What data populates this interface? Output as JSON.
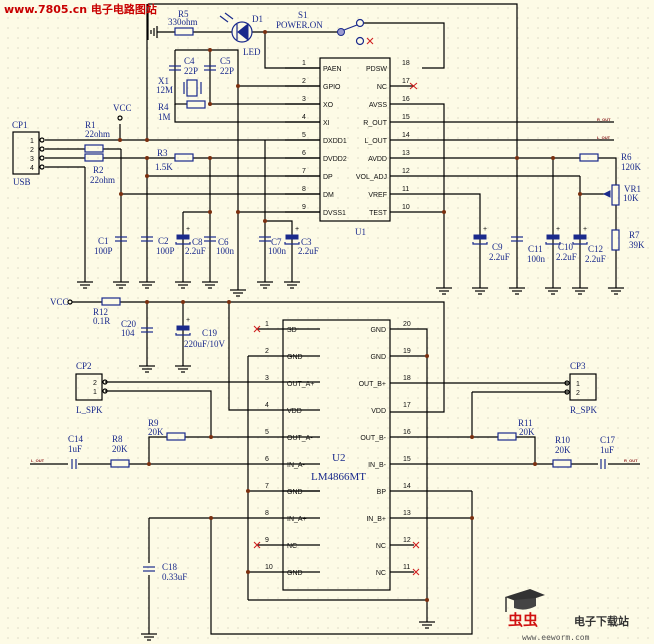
{
  "watermark_top": "www.7805.cn 电子电路图站",
  "watermark_bottom": {
    "brand_mark": "虫虫",
    "brand_text": "电子下载站",
    "url": "www.eeworm.com"
  },
  "components": {
    "R5": {
      "ref": "R5",
      "value": "330ohm"
    },
    "D1": {
      "ref": "D1",
      "value": "LED"
    },
    "S1": {
      "ref": "S1",
      "value": "POWER.ON"
    },
    "C4": {
      "ref": "C4",
      "value": "22P"
    },
    "C5": {
      "ref": "C5",
      "value": "22P"
    },
    "X1": {
      "ref": "X1",
      "value": "12M"
    },
    "R4": {
      "ref": "R4",
      "value": "1M"
    },
    "CP1": {
      "ref": "CP1",
      "value": "USB",
      "pins": [
        "1",
        "2",
        "3",
        "4"
      ]
    },
    "R1": {
      "ref": "R1",
      "value": "22ohm"
    },
    "R2": {
      "ref": "R2",
      "value": "22ohm"
    },
    "R3": {
      "ref": "R3",
      "value": "1.5K"
    },
    "C1": {
      "ref": "C1",
      "value": "100P"
    },
    "C2": {
      "ref": "C2",
      "value": "100P"
    },
    "C8": {
      "ref": "C8",
      "value": "2.2uF"
    },
    "C6": {
      "ref": "C6",
      "value": "100n"
    },
    "C7": {
      "ref": "C7",
      "value": "100n"
    },
    "C3": {
      "ref": "C3",
      "value": "2.2uF"
    },
    "C9": {
      "ref": "C9",
      "value": "2.2uF"
    },
    "C11": {
      "ref": "C11",
      "value": "100n"
    },
    "C10": {
      "ref": "C10",
      "value": "2.2uF"
    },
    "C12": {
      "ref": "C12",
      "value": "2.2uF"
    },
    "R6": {
      "ref": "R6",
      "value": "120K"
    },
    "VR1": {
      "ref": "VR1",
      "value": "10K"
    },
    "R7": {
      "ref": "R7",
      "value": "39K"
    },
    "R12": {
      "ref": "R12",
      "value": "0.1R"
    },
    "C20": {
      "ref": "C20",
      "value": "104"
    },
    "C19": {
      "ref": "C19",
      "value": "220uF/10V"
    },
    "CP2": {
      "ref": "CP2",
      "value": "L_SPK",
      "pins": [
        "2",
        "1"
      ]
    },
    "CP3": {
      "ref": "CP3",
      "value": "R_SPK",
      "pins": [
        "1",
        "2"
      ]
    },
    "R9": {
      "ref": "R9",
      "value": "20K"
    },
    "R8": {
      "ref": "R8",
      "value": "20K"
    },
    "C14": {
      "ref": "C14",
      "value": "1uF"
    },
    "R11": {
      "ref": "R11",
      "value": "20K"
    },
    "R10": {
      "ref": "R10",
      "value": "20K"
    },
    "C17": {
      "ref": "C17",
      "value": "1uF"
    },
    "C18": {
      "ref": "C18",
      "value": "0.33uF"
    }
  },
  "vcc_label": "VCC",
  "nets": {
    "r_out": "R_OUT",
    "l_out": "L_OUT"
  },
  "U1": {
    "ref": "U1",
    "left_pins": [
      {
        "num": "1",
        "name": "PAEN"
      },
      {
        "num": "2",
        "name": "GPIO"
      },
      {
        "num": "3",
        "name": "XO"
      },
      {
        "num": "4",
        "name": "XI"
      },
      {
        "num": "5",
        "name": "DXDD1"
      },
      {
        "num": "6",
        "name": "DVDD2"
      },
      {
        "num": "7",
        "name": "DP"
      },
      {
        "num": "8",
        "name": "DM"
      },
      {
        "num": "9",
        "name": "DVSS1"
      }
    ],
    "right_pins": [
      {
        "num": "18",
        "name": "PDSW"
      },
      {
        "num": "17",
        "name": "NC"
      },
      {
        "num": "16",
        "name": "AVSS"
      },
      {
        "num": "15",
        "name": "R_OUT"
      },
      {
        "num": "14",
        "name": "L_OUT"
      },
      {
        "num": "13",
        "name": "AVDD"
      },
      {
        "num": "12",
        "name": "VOL_ADJ"
      },
      {
        "num": "11",
        "name": "VREF"
      },
      {
        "num": "10",
        "name": "TEST"
      }
    ]
  },
  "U2": {
    "ref": "U2",
    "part": "LM4866MT",
    "left_pins": [
      {
        "num": "1",
        "name": "SD"
      },
      {
        "num": "2",
        "name": "GND"
      },
      {
        "num": "3",
        "name": "OUT_A+"
      },
      {
        "num": "4",
        "name": "VDD"
      },
      {
        "num": "5",
        "name": "OUT_A-"
      },
      {
        "num": "6",
        "name": "IN_A-"
      },
      {
        "num": "7",
        "name": "GND"
      },
      {
        "num": "8",
        "name": "IN_A+"
      },
      {
        "num": "9",
        "name": "NC"
      },
      {
        "num": "10",
        "name": "GND"
      }
    ],
    "right_pins": [
      {
        "num": "20",
        "name": "GND"
      },
      {
        "num": "19",
        "name": "GND"
      },
      {
        "num": "18",
        "name": "OUT_B+"
      },
      {
        "num": "17",
        "name": "VDD"
      },
      {
        "num": "16",
        "name": "OUT_B-"
      },
      {
        "num": "15",
        "name": "IN_B-"
      },
      {
        "num": "14",
        "name": "BP"
      },
      {
        "num": "13",
        "name": "IN_B+"
      },
      {
        "num": "12",
        "name": "NC"
      },
      {
        "num": "11",
        "name": "NC"
      }
    ]
  }
}
